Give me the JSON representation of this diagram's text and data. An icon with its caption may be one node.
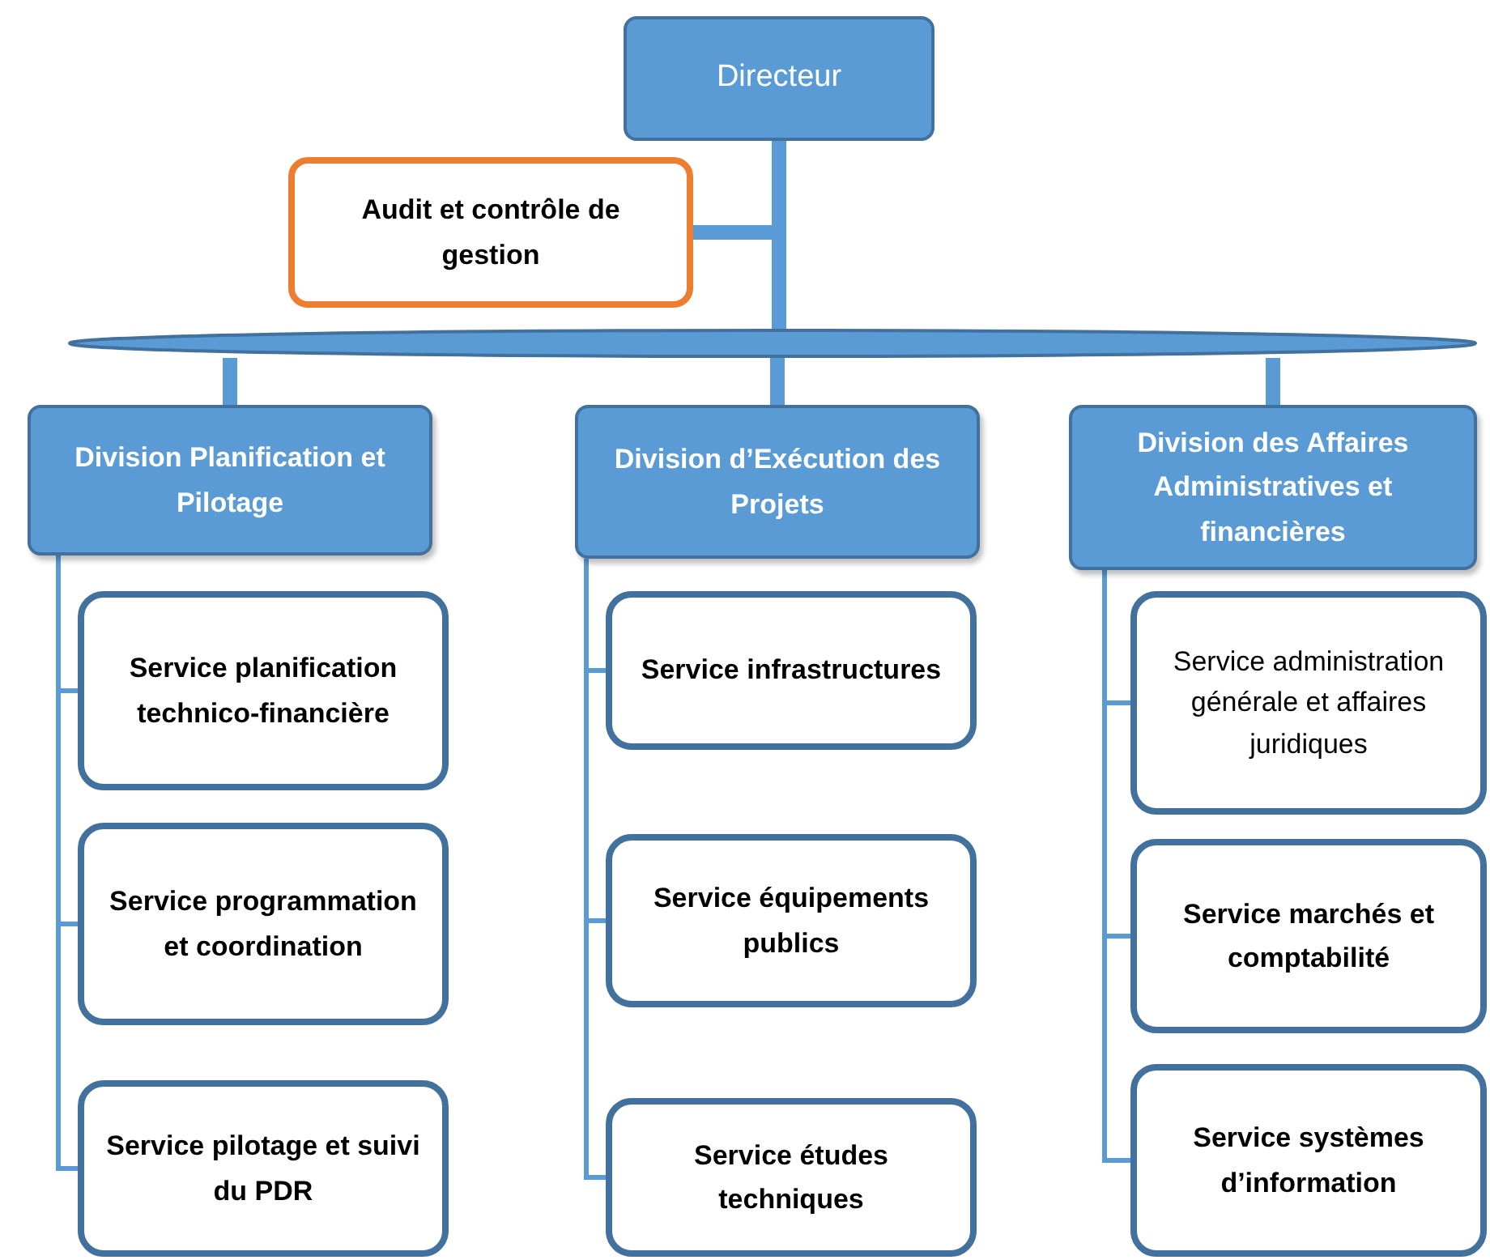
{
  "diagram": {
    "nodes": [
      {
        "text": [
          "Directeur"
        ]
      },
      {
        "text": [
          "Audit et contrôle de gestion"
        ]
      },
      {
        "text": [],
        "shape": "bar"
      },
      {
        "text": [
          "Division Planification et Pilotage"
        ]
      },
      {
        "text": [
          "Division d’Exécution des Projets"
        ]
      },
      {
        "text": [
          "Division des Affaires Administratives et financières"
        ]
      },
      {
        "text": [
          "Service planification technico-financière"
        ]
      },
      {
        "text": [
          "Service programmation et coordination"
        ]
      },
      {
        "text": [
          "Service pilotage et suivi du PDR"
        ]
      },
      {
        "text": [
          "Service infrastructures"
        ]
      },
      {
        "text": [
          "Service équipements publics"
        ]
      },
      {
        "text": [
          "Service études techniques"
        ]
      },
      {
        "text": [
          "Service administration générale et affaires juridiques"
        ]
      },
      {
        "text": [
          "Service marchés et comptabilité"
        ]
      },
      {
        "text": [
          "Service systèmes d’information"
        ]
      }
    ],
    "edges": [
      {
        "from": 0,
        "to": 2,
        "arrow": "none",
        "style": "thick"
      },
      {
        "from": 0,
        "to": 1,
        "arrow": "none",
        "style": "thick"
      },
      {
        "from": 2,
        "to": 3,
        "arrow": "none",
        "style": "thick"
      },
      {
        "from": 2,
        "to": 4,
        "arrow": "none",
        "style": "thick"
      },
      {
        "from": 2,
        "to": 5,
        "arrow": "none",
        "style": "thick"
      },
      {
        "from": 3,
        "to": 6,
        "arrow": "none"
      },
      {
        "from": 3,
        "to": 7,
        "arrow": "none"
      },
      {
        "from": 3,
        "to": 8,
        "arrow": "none"
      },
      {
        "from": 4,
        "to": 9,
        "arrow": "none"
      },
      {
        "from": 4,
        "to": 10,
        "arrow": "none"
      },
      {
        "from": 4,
        "to": 11,
        "arrow": "none"
      },
      {
        "from": 5,
        "to": 12,
        "arrow": "none"
      },
      {
        "from": 5,
        "to": 13,
        "arrow": "none"
      },
      {
        "from": 5,
        "to": 14,
        "arrow": "none"
      }
    ]
  }
}
